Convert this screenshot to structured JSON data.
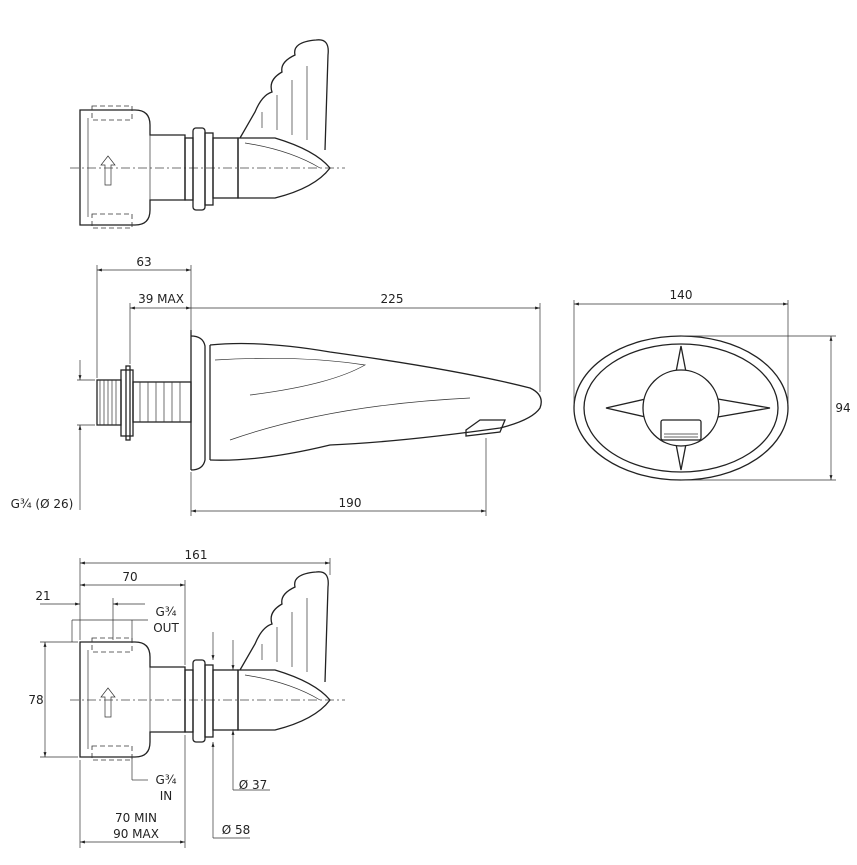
{
  "dimensions": {
    "d63": "63",
    "d39max": "39 MAX",
    "d225": "225",
    "d140": "140",
    "d94": "94",
    "dg34_26": "G¾ (Ø 26)",
    "d190": "190",
    "d161": "161",
    "d70": "70",
    "d21": "21",
    "g34": "G¾",
    "out": "OUT",
    "d78": "78",
    "in": "IN",
    "d37": "Ø 37",
    "d70min": "70 MIN",
    "d90max": "90 MAX",
    "d58": "Ø 58"
  }
}
